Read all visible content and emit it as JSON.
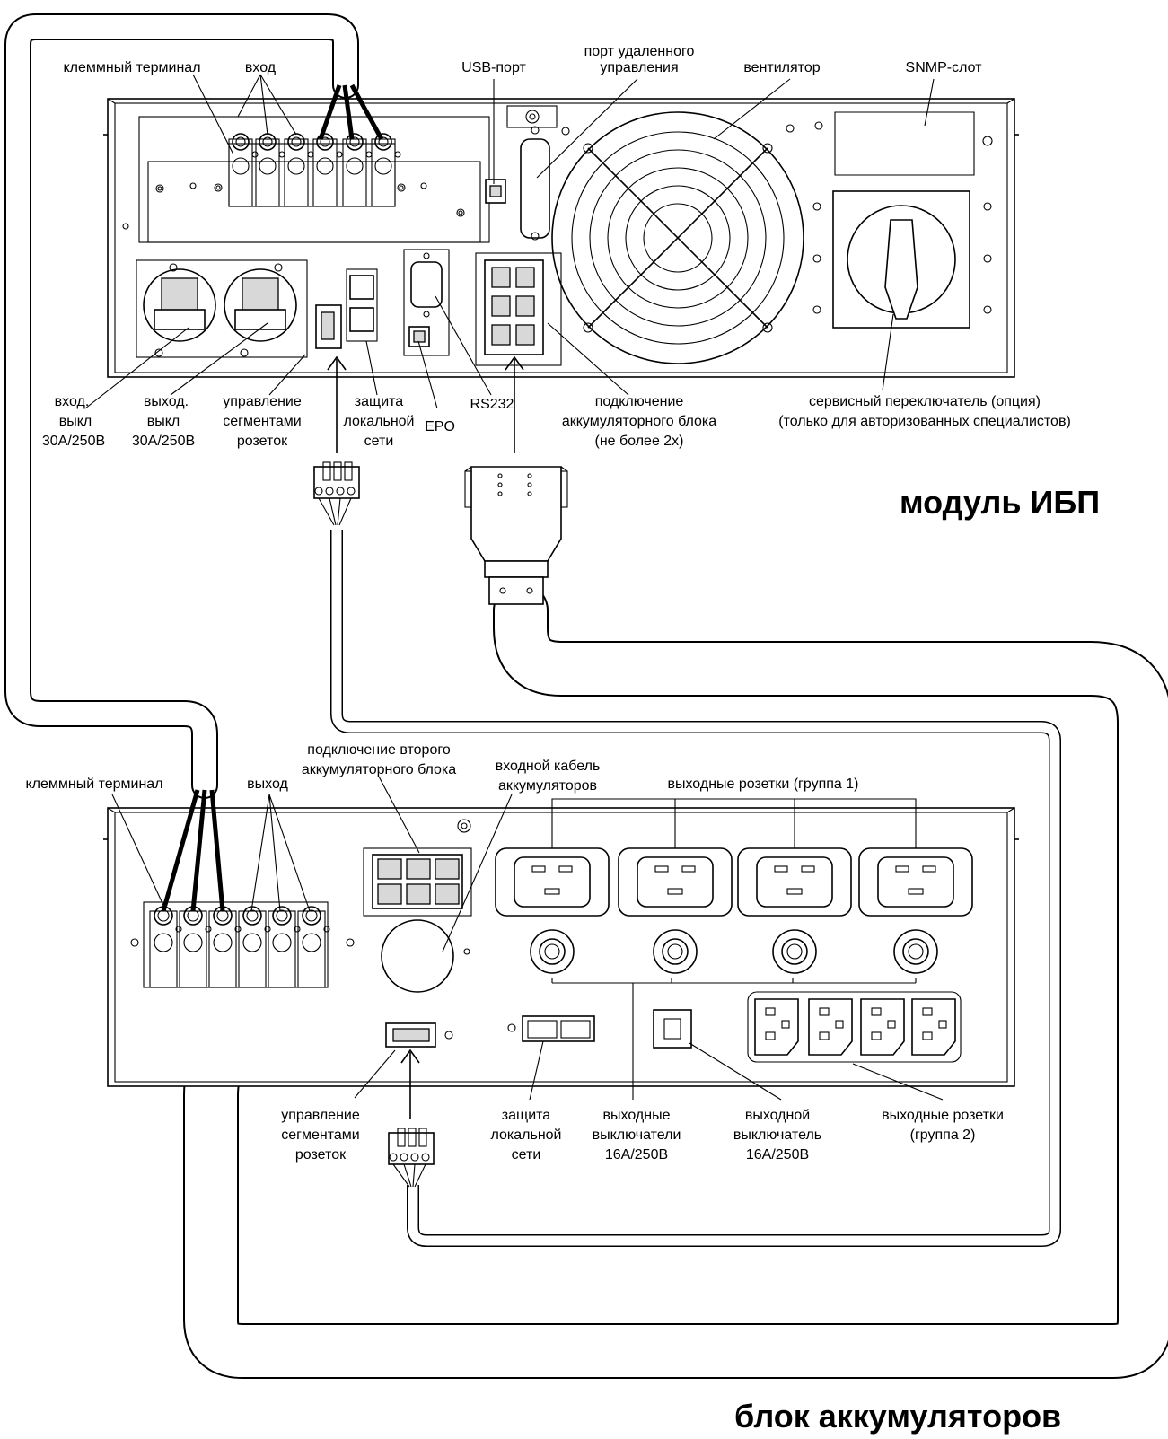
{
  "ups": {
    "title": "модуль ИБП",
    "labels": {
      "terminal": "клеммный терминал",
      "input": "вход",
      "usb": "USB-порт",
      "remote_1": "порт удаленного",
      "remote_2": "управления",
      "fan": "вентилятор",
      "snmp": "SNMP-слот",
      "in_brk_1": "вход.",
      "in_brk_2": "выкл",
      "in_brk_3": "30А/250В",
      "out_brk_1": "выход.",
      "out_brk_2": "выкл",
      "out_brk_3": "30А/250В",
      "seg_1": "управление",
      "seg_2": "сегментами",
      "seg_3": "розеток",
      "lan_1": "защита",
      "lan_2": "локальной",
      "lan_3": "сети",
      "epo": "EPO",
      "rs232": "RS232",
      "batt_1": "подключение",
      "batt_2": "аккумуляторного блока",
      "batt_3": "(не более 2х)",
      "svc_1": "сервисный переключатель (опция)",
      "svc_2": "(только для авторизованных специалистов)"
    }
  },
  "battery": {
    "title": "блок аккумуляторов",
    "labels": {
      "terminal": "клеммный терминал",
      "output": "выход",
      "second_1": "подключение второго",
      "second_2": "аккумуляторного блока",
      "cable_1": "входной кабель",
      "cable_2": "аккумуляторов",
      "group1": "выходные розетки (группа 1)",
      "seg_1": "управление",
      "seg_2": "сегментами",
      "seg_3": "розеток",
      "lan_1": "защита",
      "lan_2": "локальной",
      "lan_3": "сети",
      "brks_1": "выходные",
      "brks_2": "выключатели",
      "brks_3": "16А/250В",
      "brk_1": "выходной",
      "brk_2": "выключатель",
      "brk_3": "16А/250В",
      "group2_1": "выходные розетки",
      "group2_2": "(группа 2)"
    }
  }
}
